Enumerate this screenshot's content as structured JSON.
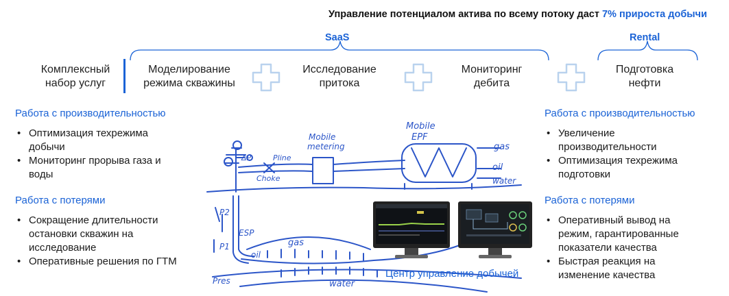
{
  "headline": {
    "text": "Управление потенциалом актива по всему потоку даст ",
    "highlight": "7% прироста добычи"
  },
  "brackets": {
    "saas": "SaaS",
    "rental": "Rental"
  },
  "services": {
    "complex": [
      "Комплексный",
      "набор услуг"
    ],
    "modeling": [
      "Моделирование",
      "режима скважины"
    ],
    "research": [
      "Исследование",
      "притока"
    ],
    "monitoring": [
      "Мониторинг",
      "дебита"
    ],
    "preparation": [
      "Подготовка",
      "нефти"
    ]
  },
  "left": {
    "perf_title": "Работа с производительностью",
    "perf_items": [
      "Оптимизация техрежима добычи",
      "Мониторинг прорыва газа и воды"
    ],
    "loss_title": "Работа с потерями",
    "loss_items": [
      "Сокращение длительности остановки скважин на исследование",
      "Оперативные решения по ГТМ"
    ]
  },
  "right": {
    "perf_title": "Работа с производительностью",
    "perf_items": [
      "Увеличение производительности",
      "Оптимизация техрежима подготовки"
    ],
    "loss_title": "Работа с потерями",
    "loss_items": [
      "Оперативный вывод на режим, гарантированные показатели качества",
      "Быстрая реакция на изменение качества"
    ]
  },
  "sketch": {
    "mobile_metering": [
      "Mobile",
      "metering"
    ],
    "mobile_epf": [
      "Mobile",
      "EPF"
    ],
    "gas_top": "gas",
    "oil": "oil",
    "water_top": "water",
    "pline": "Pline",
    "ap": "ΔP",
    "choke": "Choke",
    "p2": "P2",
    "esp": "ESP",
    "p1": "P1",
    "gas": "gas",
    "oil_layer": "oil",
    "water": "water",
    "pres": "Pres"
  },
  "control_center": {
    "label": "Центр управление добычей"
  },
  "colors": {
    "accent": "#1b63d6",
    "sketch": "#2b55c8",
    "plus": "#b9d2ee",
    "divider": "#1b63d6"
  }
}
